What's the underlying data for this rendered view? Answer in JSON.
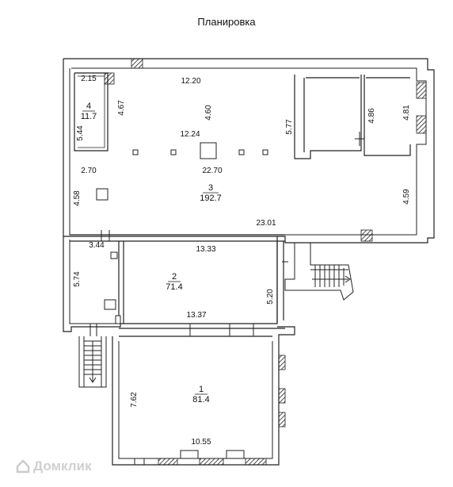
{
  "title": "Планировка",
  "watermark": "Домклик",
  "rooms": [
    {
      "number": "1",
      "area": "81.4"
    },
    {
      "number": "2",
      "area": "71.4"
    },
    {
      "number": "3",
      "area": "192.7"
    },
    {
      "number": "4",
      "area": "11.7"
    }
  ],
  "dimensions": {
    "d_2_15": "2.15",
    "d_12_20": "12.20",
    "d_4_67": "4.67",
    "d_4_60": "4.60",
    "d_5_77": "5.77",
    "d_4_86": "4.86",
    "d_4_81": "4.81",
    "d_5_44": "5.44",
    "d_12_24": "12.24",
    "d_2_70": "2.70",
    "d_22_70": "22.70",
    "d_4_58": "4.58",
    "d_4_59": "4.59",
    "d_23_01": "23.01",
    "d_3_44": "3.44",
    "d_13_33": "13.33",
    "d_5_74": "5.74",
    "d_5_20": "5.20",
    "d_13_37": "13.37",
    "d_7_62": "7.62",
    "d_10_55": "10.55"
  }
}
